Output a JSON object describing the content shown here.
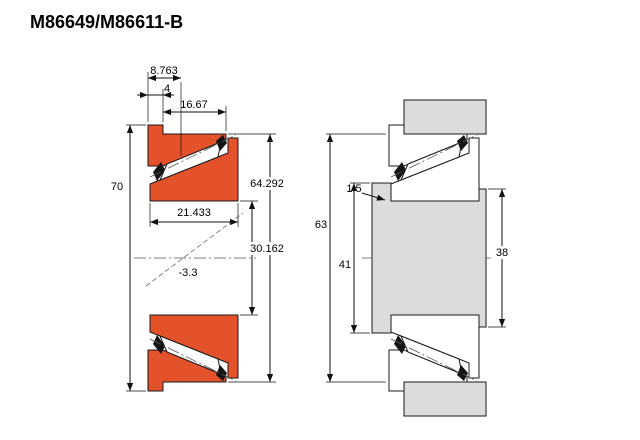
{
  "title": "M86649/M86611-B",
  "colors": {
    "bearing_highlight": "#e3522b",
    "steel_gray": "#dcdcdc"
  },
  "left_view": {
    "dims": {
      "flange_offset": "8.763",
      "flange_width": "4",
      "cup_width": "16.67",
      "flange_od": "70",
      "cup_od": "64.292",
      "bearing_width": "21.433",
      "bore": "30.162",
      "load_center": "-3.3"
    }
  },
  "right_view": {
    "dims": {
      "fillet": "1.5",
      "housing_bore": "63",
      "shaft_shoulder": "41",
      "abutment": "38"
    }
  }
}
